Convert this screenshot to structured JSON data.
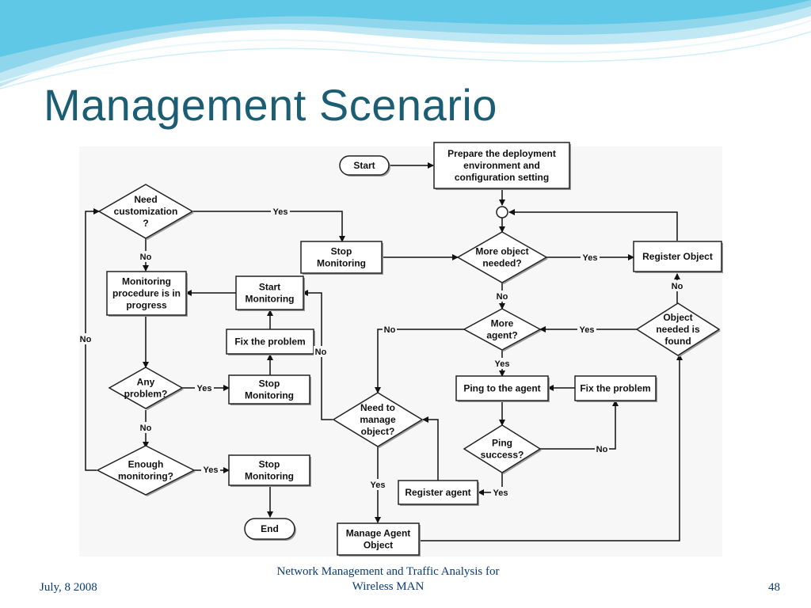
{
  "slide": {
    "title": "Management Scenario",
    "footer_date": "July, 8 2008",
    "footer_line1": "Network Management and Traffic Analysis for",
    "footer_line2": "Wireless MAN",
    "page_number": "48"
  },
  "colors": {
    "title": "#1b5e74",
    "footer": "#0b3a78",
    "wave": "#5ec8e6"
  },
  "nodes": {
    "start": [
      "Start"
    ],
    "prepare": [
      "Prepare the deployment",
      "environment and",
      "configuration setting"
    ],
    "need_custom": [
      "Need",
      "customization",
      "?"
    ],
    "stop_mon_top": [
      "Stop",
      "Monitoring"
    ],
    "more_object": [
      "More object",
      "needed?"
    ],
    "register_object": [
      "Register Object"
    ],
    "monitoring": [
      "Monitoring",
      "procedure is in",
      "progress"
    ],
    "start_mon": [
      "Start",
      "Monitoring"
    ],
    "fix1": [
      "Fix the problem"
    ],
    "object_found": [
      "Object",
      "needed is",
      "found"
    ],
    "more_agent": [
      "More",
      "agent?"
    ],
    "any_problem": [
      "Any",
      "problem?"
    ],
    "stop_mon_mid": [
      "Stop",
      "Monitoring"
    ],
    "ping": [
      "Ping to the agent"
    ],
    "fix2": [
      "Fix the problem"
    ],
    "need_manage": [
      "Need to",
      "manage",
      "object?"
    ],
    "ping_success": [
      "Ping",
      "success?"
    ],
    "enough": [
      "Enough",
      "monitoring?"
    ],
    "stop_mon_bot": [
      "Stop",
      "Monitoring"
    ],
    "register_agent": [
      "Register agent"
    ],
    "end": [
      "End"
    ],
    "manage_agent": [
      "Manage Agent",
      "Object"
    ]
  },
  "edge_labels": {
    "yes": "Yes",
    "no": "No"
  }
}
